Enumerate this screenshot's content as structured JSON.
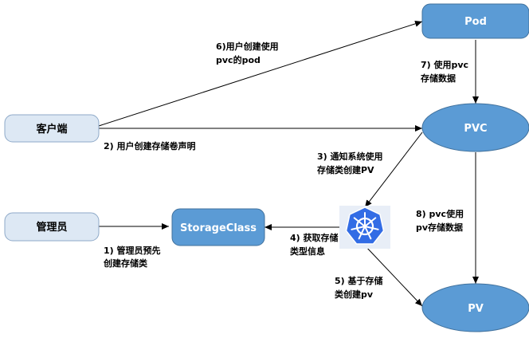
{
  "nodes": {
    "pod": "Pod",
    "pvc": "PVC",
    "pv": "PV",
    "client": "客户端",
    "admin": "管理员",
    "storageclass": "StorageClass"
  },
  "k8s_logo": "kubernetes-helm-wheel-icon",
  "edges": {
    "e1": [
      "1) 管理员预先",
      "创建存储类"
    ],
    "e2": [
      "2) 用户创建存储卷声明"
    ],
    "e3": [
      "3) 通知系统使用",
      "存储类创建PV"
    ],
    "e4": [
      "4) 获取存储",
      "类型信息"
    ],
    "e5": [
      "5) 基于存储",
      "类创建pv"
    ],
    "e6": [
      "6)用户创建使用",
      "pvc的pod"
    ],
    "e7": [
      "7) 使用pvc",
      "存储数据"
    ],
    "e8": [
      "8) pvc使用",
      "pv存储数据"
    ]
  },
  "colors": {
    "blue_fill": "#5b9bd5",
    "blue_stroke": "#41719c",
    "light_fill": "#dde8f4",
    "light_stroke": "#8ea9c8",
    "k8s_blue": "#326ce5"
  }
}
